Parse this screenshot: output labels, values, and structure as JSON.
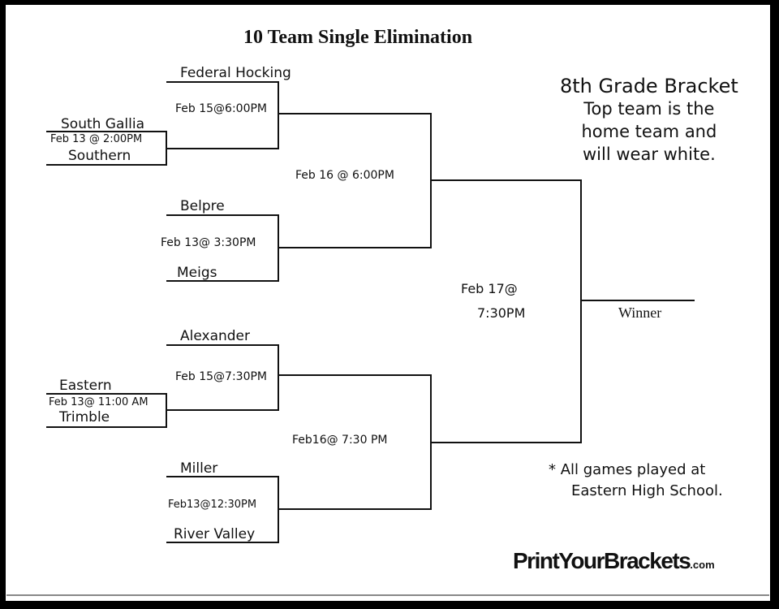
{
  "title": "10 Team Single Elimination",
  "note_lines": [
    "8th Grade Bracket",
    "Top team is the",
    "home team and",
    "will wear white."
  ],
  "footnote_lines": [
    "* All games played at",
    "Eastern High School."
  ],
  "winner_label": "Winner",
  "logo": {
    "main": "PrintYourBrackets",
    "suffix": ".com"
  },
  "teams": {
    "federal_hocking": "Federal Hocking",
    "south_gallia": "South Gallia",
    "southern": "Southern",
    "belpre": "Belpre",
    "meigs": "Meigs",
    "alexander": "Alexander",
    "eastern": "Eastern",
    "trimble": "Trimble",
    "miller": "Miller",
    "river_valley": "River Valley"
  },
  "games": {
    "play_in_top": "Feb 13 @ 2:00PM",
    "play_in_bottom": "Feb 13@ 11:00 AM",
    "r1_g1": "Feb 15@6:00PM",
    "r1_g2": "Feb 13@ 3:30PM",
    "r1_g3": "Feb 15@7:30PM",
    "r1_g4": "Feb13@12:30PM",
    "semi_top": "Feb 16 @ 6:00PM",
    "semi_bottom": "Feb16@ 7:30 PM",
    "final_line1": "Feb 17@",
    "final_line2": "7:30PM"
  }
}
